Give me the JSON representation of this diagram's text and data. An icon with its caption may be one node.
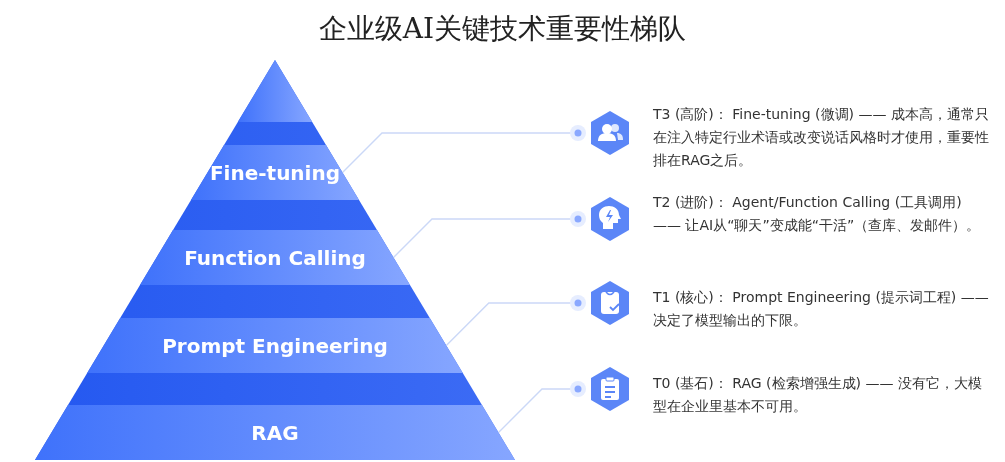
{
  "diagram": {
    "title": "企业级AI关键技术重要性梯队",
    "nodes": [
      {
        "text": [],
        "shape": "triangle"
      },
      {
        "text": [
          "Fine-tuning"
        ]
      },
      {
        "text": [
          "Function Calling"
        ]
      },
      {
        "text": [
          "Prompt Engineering"
        ]
      },
      {
        "text": [
          "RAG"
        ]
      },
      {
        "text": [
          "T3 (高阶)： Fine-tuning (微调) —— 成本高，通常只在注入特定行业术语或改变说话风格时才使用，重要性排在RAG之后。"
        ]
      },
      {
        "text": [
          "T2 (进阶)： Agent/Function Calling (工具调用) —— 让AI从“聊天”变成能“干活”（查库、发邮件）。"
        ]
      },
      {
        "text": [
          "T1 (核心)： Prompt Engineering (提示词工程) —— 决定了模型输出的下限。"
        ]
      },
      {
        "text": [
          "T0 (基石)： RAG (检索增强生成) —— 没有它，大模型在企业里基本不可用。"
        ]
      }
    ],
    "edges": [
      {
        "from": 1,
        "to": 5,
        "arrow": "other"
      },
      {
        "from": 2,
        "to": 6,
        "arrow": "other"
      },
      {
        "from": 3,
        "to": 7,
        "arrow": "other"
      },
      {
        "from": 4,
        "to": 8,
        "arrow": "other"
      }
    ]
  }
}
